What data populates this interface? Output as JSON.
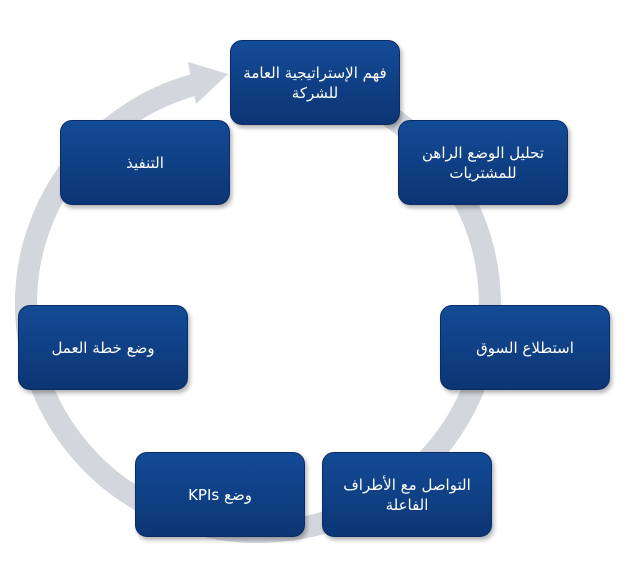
{
  "colors": {
    "box": "#0f3f84",
    "ring": "#d3d6dd"
  },
  "steps": [
    {
      "label": "فهم الإستراتيجية العامة للشركة"
    },
    {
      "label": "تحليل الوضع الراهن للمشتريات"
    },
    {
      "label": "استطلاع السوق"
    },
    {
      "label": "التواصل مع الأطراف الفاعلة"
    },
    {
      "label": "وضع KPIs"
    },
    {
      "label": "وضع خطة العمل"
    },
    {
      "label": "التنفيذ"
    }
  ]
}
